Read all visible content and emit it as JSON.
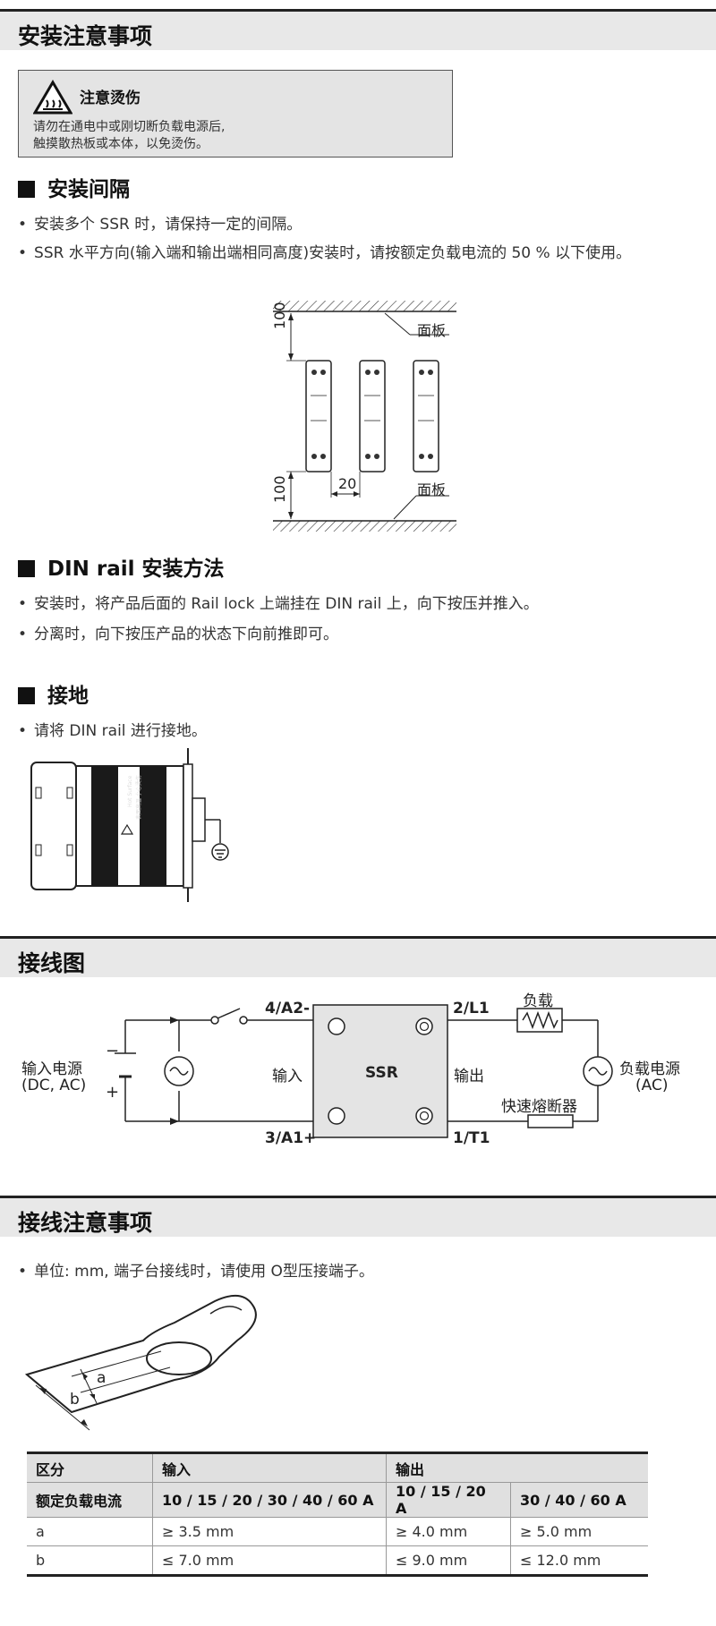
{
  "sections": {
    "install": "安装注意事项",
    "wiring": "接线图",
    "wiring_notes": "接线注意事项"
  },
  "warning": {
    "title": "注意烫伤",
    "line1": "请勿在通电中或刚切断负载电源后,",
    "line2": "触摸散热板或本体，以免烫伤。"
  },
  "spacing": {
    "heading": "安装间隔",
    "bullet1": "安装多个 SSR 时，请保持一定的间隔。",
    "bullet2": "SSR 水平方向(输入端和输出端相同高度)安装时，请按额定负载电流的 50 % 以下使用。",
    "dim_top": "100",
    "dim_bottom": "100",
    "dim_gap": "20",
    "panel_top": "面板",
    "panel_bottom": "面板"
  },
  "din": {
    "heading": "DIN rail 安装方法",
    "bullet1": "安装时，将产品后面的 Rail lock 上端挂在 DIN rail 上，向下按压并推入。",
    "bullet2": "分离时，向下按压产品的状态下向前推即可。"
  },
  "ground": {
    "heading": "接地",
    "bullet1": "请将 DIN rail 进行接地。",
    "label_line1": "Hot Surface",
    "label_line2": "表面高温 小心烫伤"
  },
  "wiring": {
    "input_source_line1": "输入电源",
    "input_source_line2": "(DC, AC)",
    "minus": "−",
    "plus": "+",
    "t4": "4/A2-",
    "t3": "3/A1+",
    "t2": "2/L1",
    "t1": "1/T1",
    "input": "输入",
    "output": "输出",
    "ssr": "SSR",
    "load": "负载",
    "fuse": "快速熔断器",
    "load_source_line1": "负载电源",
    "load_source_line2": "(AC)"
  },
  "notes": {
    "bullet1": "单位: mm, 端子台接线时，请使用 O型压接端子。",
    "dim_a": "a",
    "dim_b": "b"
  },
  "table": {
    "h_class": "区分",
    "h_input": "输入",
    "h_output": "输出",
    "r_rated": "额定负载电流",
    "rated_in": "10 / 15 / 20 / 30 / 40 / 60 A",
    "rated_out1": "10 / 15 / 20 A",
    "rated_out2": "30 / 40 / 60 A",
    "rows": [
      {
        "k": "a",
        "in": "≥ 3.5 mm",
        "o1": "≥ 4.0 mm",
        "o2": "≥ 5.0 mm"
      },
      {
        "k": "b",
        "in": "≤ 7.0 mm",
        "o1": "≤ 9.0 mm",
        "o2": "≤ 12.0 mm"
      }
    ]
  }
}
